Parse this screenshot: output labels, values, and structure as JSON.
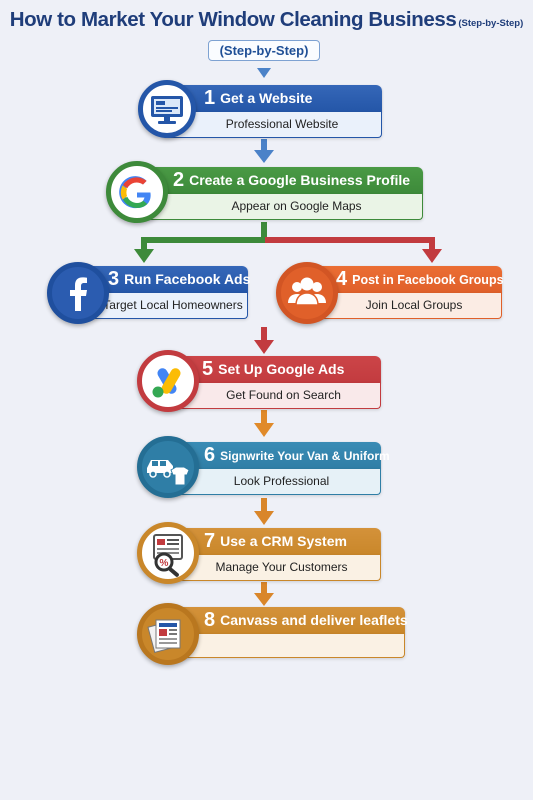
{
  "title": "How to Market Your Window Cleaning Business",
  "title_suffix": "(Step-by-Step)",
  "subtitle": "(Step-by-Step)",
  "colors": {
    "blue": "#2456a8",
    "green": "#3d8a3a",
    "red": "#c23b3f",
    "orange": "#e0602a",
    "teal": "#2f7ea6",
    "gold": "#c9872a"
  },
  "steps": [
    {
      "number": "1",
      "title": "Get a Website",
      "description": "Professional Website",
      "icon": "monitor-icon"
    },
    {
      "number": "2",
      "title": "Create a Google Business Profile",
      "description": "Appear on Google Maps",
      "icon": "google-g-icon"
    },
    {
      "number": "3",
      "title": "Run Facebook Ads",
      "description": "Target Local Homeowners",
      "icon": "facebook-icon"
    },
    {
      "number": "4",
      "title": "Post in Facebook Groups",
      "description": "Join Local Groups",
      "icon": "group-people-icon"
    },
    {
      "number": "5",
      "title": "Set Up Google Ads",
      "description": "Get Found on Search",
      "icon": "google-ads-icon"
    },
    {
      "number": "6",
      "title": "Signwrite Your Van & Uniform",
      "description": "Look Professional",
      "icon": "van-shirt-icon"
    },
    {
      "number": "7",
      "title": "Use a CRM System",
      "description": "Manage Your Customers",
      "icon": "crm-search-icon"
    },
    {
      "number": "8",
      "title": "Canvass and deliver leaflets",
      "description": "",
      "icon": "leaflets-icon"
    }
  ]
}
